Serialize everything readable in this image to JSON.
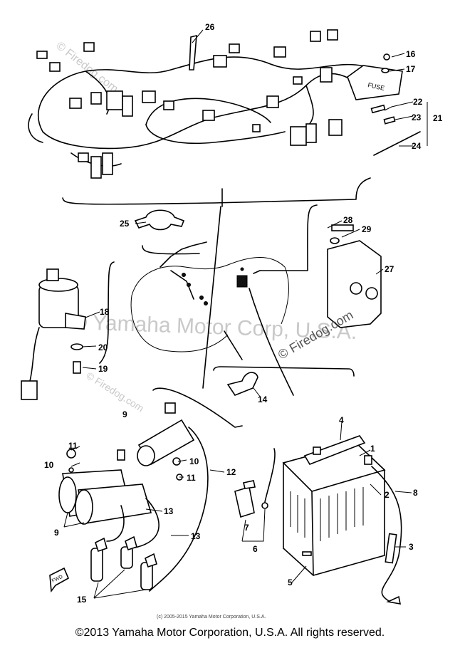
{
  "watermark": {
    "center": "© Yamaha Motor Corp, U.S.A.",
    "firedog": "© Firedog.com",
    "firedog_top": "© Firedog.com",
    "firedog_left": "© Firedog.com"
  },
  "fuse_label": "FUSE",
  "fwd_label": "FWD",
  "small_credit": "(c) 2005-2015 Yamaha Motor Corporation, U.S.A.",
  "footer": "©2013 Yamaha Motor Corporation, U.S.A. All rights reserved.",
  "callouts": {
    "c1": "1",
    "c2": "2",
    "c3": "3",
    "c4": "4",
    "c5": "5",
    "c6": "6",
    "c7": "7",
    "c8": "8",
    "c9a": "9",
    "c9b": "9",
    "c10a": "10",
    "c10b": "10",
    "c11a": "11",
    "c11b": "11",
    "c12": "12",
    "c13a": "13",
    "c13b": "13",
    "c14": "14",
    "c15": "15",
    "c16": "16",
    "c17": "17",
    "c18": "18",
    "c19": "19",
    "c20": "20",
    "c21": "21",
    "c22": "22",
    "c23": "23",
    "c24": "24",
    "c25": "25",
    "c26": "26",
    "c27": "27",
    "c28": "28",
    "c29": "29"
  }
}
